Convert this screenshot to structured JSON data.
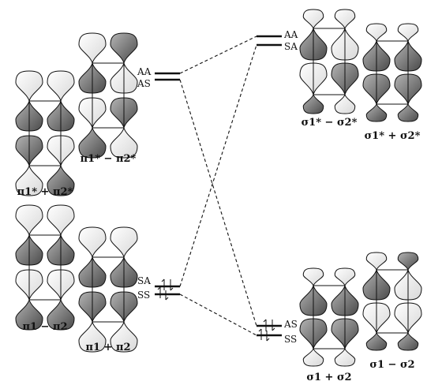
{
  "colors": {
    "light_lobe": "#f1f1f1",
    "dark_lobe": "#8a8a8a",
    "line": "#111111"
  },
  "orbitals": {
    "pi_star_minus": "π1* − π2*",
    "pi_star_plus": "π1* + π2*",
    "pi_plus": "π1 + π2",
    "pi_minus": "π1 − π2",
    "sigma_star_minus": "σ1* − σ2*",
    "sigma_star_plus": "σ1* + σ2*",
    "sigma_plus": "σ1 + σ2",
    "sigma_minus": "σ1 − σ2"
  },
  "levels": {
    "left_upper_top": "AA",
    "left_upper_bottom": "AS",
    "left_lower_top": "SA",
    "left_lower_bottom": "SS",
    "right_upper_top": "AA",
    "right_upper_bottom": "SA",
    "right_lower_top": "AS",
    "right_lower_bottom": "SS"
  }
}
